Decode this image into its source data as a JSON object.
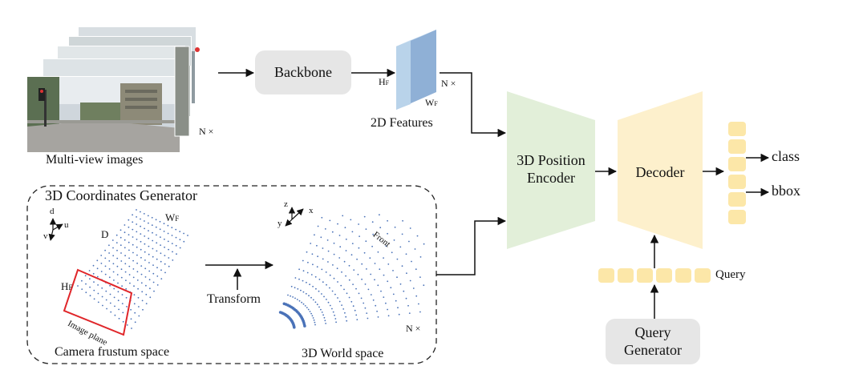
{
  "multiview": {
    "caption": "Multi-view images",
    "count_label": "N ×"
  },
  "backbone": {
    "label": "Backbone"
  },
  "features": {
    "caption": "2D Features",
    "h_label": "H",
    "h_sub": "F",
    "w_label": "W",
    "w_sub": "F",
    "n_label": "N ×"
  },
  "coord_generator": {
    "title": "3D Coordinates Generator",
    "axes_camera": {
      "d": "d",
      "u": "u",
      "v": "v"
    },
    "frustum_D": "D",
    "frustum_W": "W",
    "frustum_W_sub": "F",
    "frustum_H": "H",
    "frustum_H_sub": "F",
    "image_plane": "Image plane",
    "camera_caption": "Camera frustum space",
    "transform": "Transform",
    "axes_world": {
      "z": "z",
      "x": "x",
      "y": "y"
    },
    "front": "Front",
    "world_n": "N ×",
    "world_caption": "3D World space"
  },
  "encoder": {
    "line1": "3D Position",
    "line2": "Encoder"
  },
  "decoder": {
    "label": "Decoder"
  },
  "outputs": {
    "class": "class",
    "bbox": "bbox"
  },
  "query": {
    "label": "Query"
  },
  "query_generator": {
    "line1": "Query",
    "line2": "Generator"
  },
  "colors": {
    "backbone_fill": "#e6e6e6",
    "feature_front": "#b9d3ea",
    "feature_side": "#8fb0d6",
    "encoder_fill": "#e2efd9",
    "decoder_fill": "#fdf0cc",
    "token_fill": "#fce7a8",
    "frustum_points": "#4a72b8",
    "image_plane": "#e0262a"
  }
}
